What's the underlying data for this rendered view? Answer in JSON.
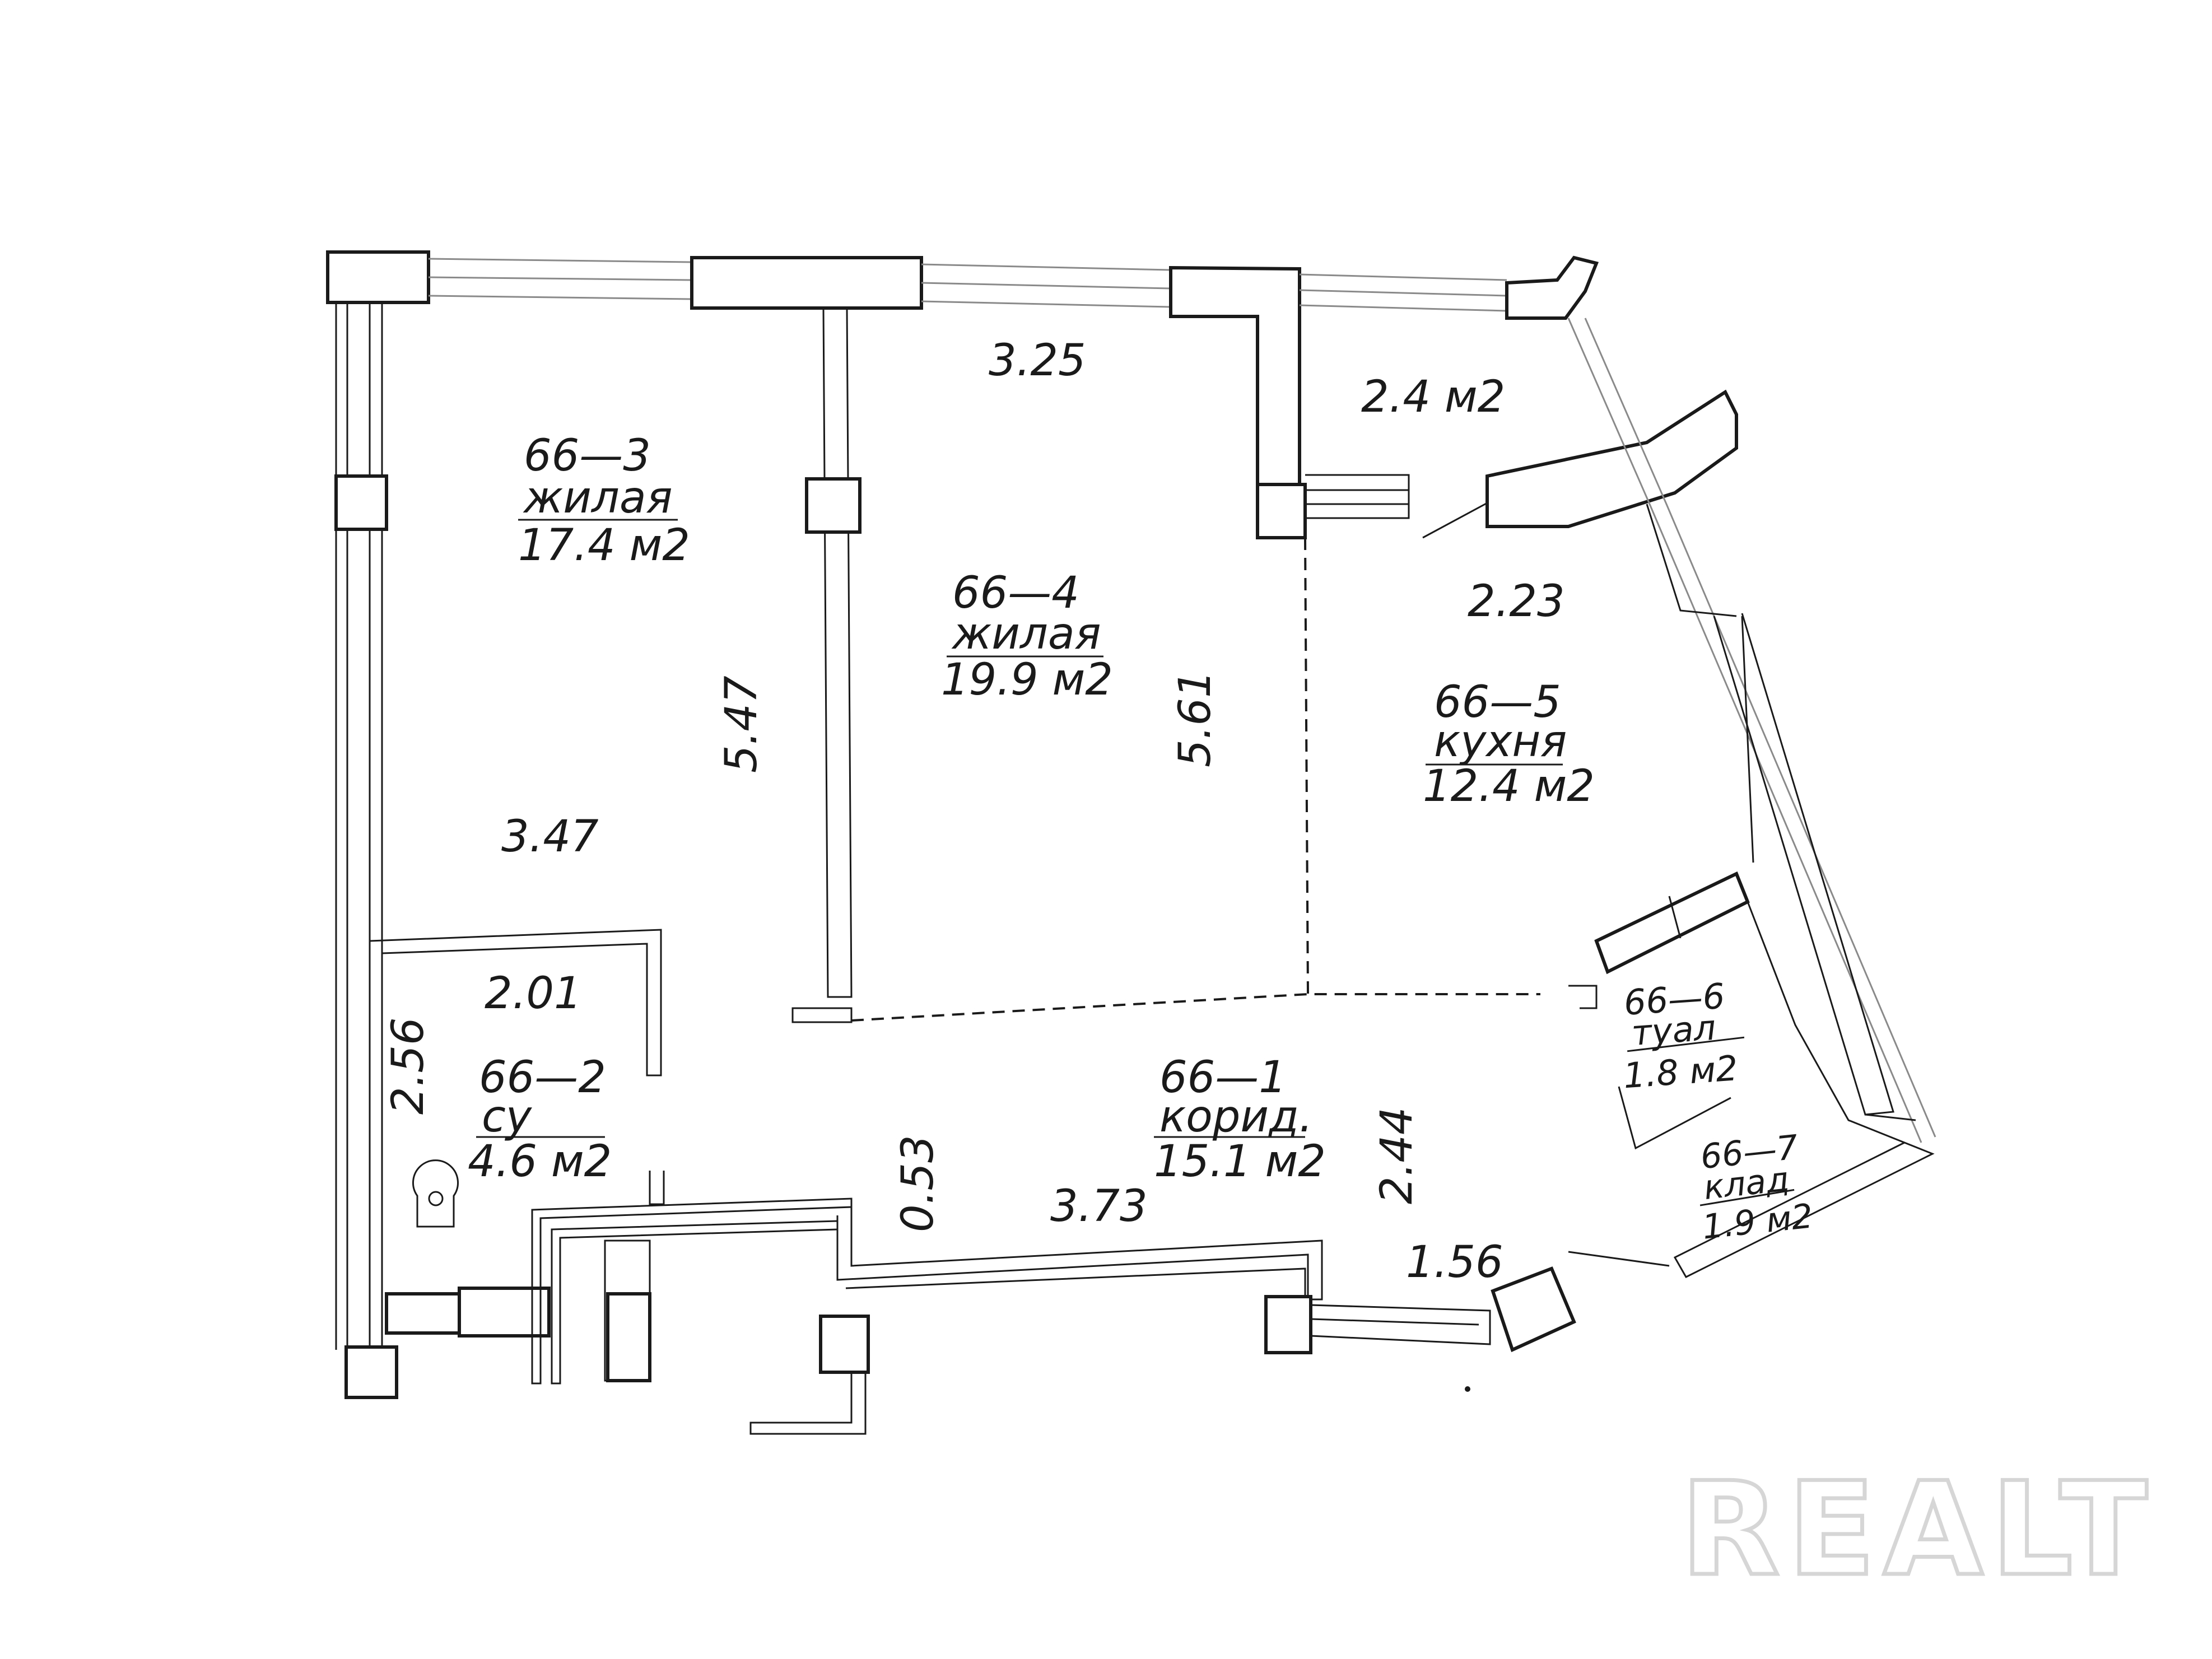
{
  "rooms": [
    {
      "code": "66—3",
      "name": "жилая",
      "area": "17.4 м2"
    },
    {
      "code": "66—4",
      "name": "жилая",
      "area": "19.9 м2"
    },
    {
      "code": "66—5",
      "name": "кухня",
      "area": "12.4 м2"
    },
    {
      "code": "66—2",
      "name": "су",
      "area": "4.6  м2"
    },
    {
      "code": "66—1",
      "name": "корид.",
      "area": "15.1 м2"
    },
    {
      "code": "66—6",
      "name": "туал",
      "area": "1.8  м2"
    },
    {
      "code": "66—7",
      "name": "клад",
      "area": "1.9  м2"
    }
  ],
  "balcony_area": "2.4  м2",
  "dimensions": {
    "d_325": "3.25",
    "d_547": "5.47",
    "d_347": "3.47",
    "d_561": "5.61",
    "d_223": "2.23",
    "d_201": "2.01",
    "d_256": "2.56",
    "d_053": "0.53",
    "d_373": "3.73",
    "d_244": "2.44",
    "d_156": "1.56"
  },
  "watermark": "REALT"
}
